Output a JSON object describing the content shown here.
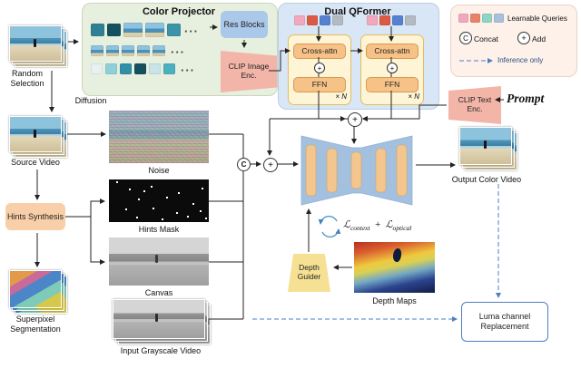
{
  "symbols": {
    "concat": "C",
    "add": "+",
    "ellipsis": "···"
  },
  "color_projector": {
    "title": "Color Projector",
    "res_blocks": "Res Blocks",
    "clip_image_enc": "CLIP Image Enc.",
    "palette_row1": [
      "#2f7f95",
      "#16505e",
      "#3a93a8"
    ],
    "palette_row3": [
      "#e8f0f2",
      "#8fd0d8",
      "#2f8fa8",
      "#16505e",
      "#c8e4e8",
      "#4ab0c0"
    ]
  },
  "dual_qformer": {
    "title": "Dual QFormer",
    "cross_attn": "Cross-attn",
    "ffn": "FFN",
    "times_n": "× N",
    "query_colors": [
      "#f2a8bc",
      "#dd5a42",
      "#5581d0",
      "#b4bac2"
    ]
  },
  "legend": {
    "learnable_queries": "Learnable Queries",
    "concat": "Concat",
    "add": "Add",
    "inference_only": "Inference only",
    "query_colors": [
      "#f2a8bc",
      "#e8836a",
      "#8fd4c4",
      "#a8c0dc"
    ]
  },
  "left_flow": {
    "random_selection": "Random Selection",
    "source_video": "Source Video",
    "hints_synthesis": "Hints Synthesis",
    "superpixel_segmentation": "Superpixel Segmentation"
  },
  "center_flow": {
    "diffusion": "Diffusion",
    "noise": "Noise",
    "hints_mask": "Hints Mask",
    "canvas": "Canvas",
    "input_grayscale_video": "Input Grayscale Video",
    "loss_l": "ℒ",
    "loss_sub1": "context",
    "loss_plus": "+",
    "loss_sub2": "optical"
  },
  "right_flow": {
    "clip_text_enc": "CLIP Text Enc.",
    "prompt": "Prompt",
    "output_color_video": "Output Color Video",
    "depth_guider": "Depth Guider",
    "depth_maps": "Depth Maps",
    "luma_replacement": "Luma channel Replacement"
  },
  "colors": {
    "panel_projector": "#e7efdf",
    "panel_qformer": "#d9e6f5",
    "panel_legend": "#fdf1ea",
    "attn_box": "#f6c288",
    "subblock": "#fdf5d6",
    "clip_enc": "#f2b5a8",
    "hints_synthesis": "#f8cfa8",
    "res_blocks": "#aac8ea",
    "depth_guider": "#f5e094",
    "unet": "#a3c0df",
    "unet_bar": "#f2c68e",
    "inference_blue": "#4a7fc0"
  }
}
